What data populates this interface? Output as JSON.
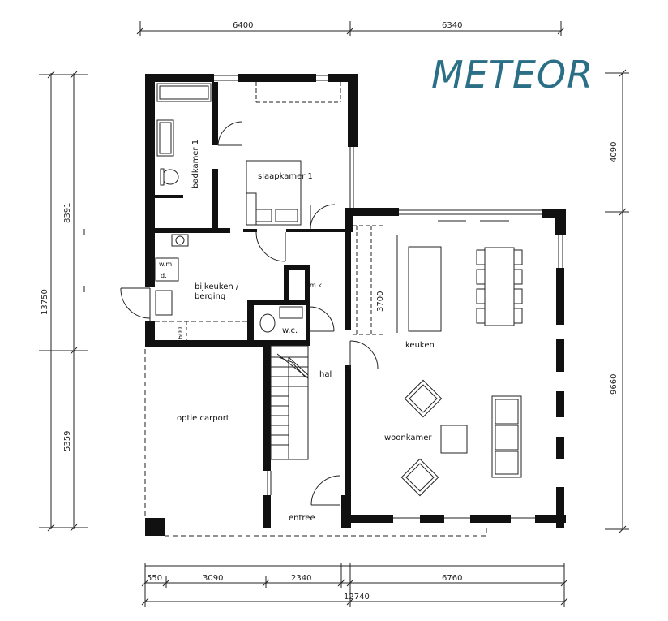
{
  "brand": {
    "name": "METEOR",
    "color": "#2a6f86"
  },
  "rooms": {
    "badkamer": "badkamer 1",
    "slaapkamer": "slaapkamer 1",
    "bijkeuken_1": "bijkeuken /",
    "bijkeuken_2": "berging",
    "wm_1": "w.m.",
    "wm_2": "d.",
    "mk": "m.k",
    "wc": "w.c.",
    "hal": "hal",
    "carport": "optie carport",
    "keuken": "keuken",
    "woonkamer": "woonkamer",
    "entree": "entree"
  },
  "dimensions": {
    "top_left": "6400",
    "top_right": "6340",
    "right_upper": "4090",
    "right_lower": "9660",
    "left_total": "13750",
    "left_upper": "8391",
    "left_lower": "5359",
    "bottom_a": "550",
    "bottom_b": "3090",
    "bottom_c": "2340",
    "bottom_d": "6760",
    "bottom_total": "12740",
    "kitchen_depth": "3700",
    "bijkeuken_width": "600"
  }
}
